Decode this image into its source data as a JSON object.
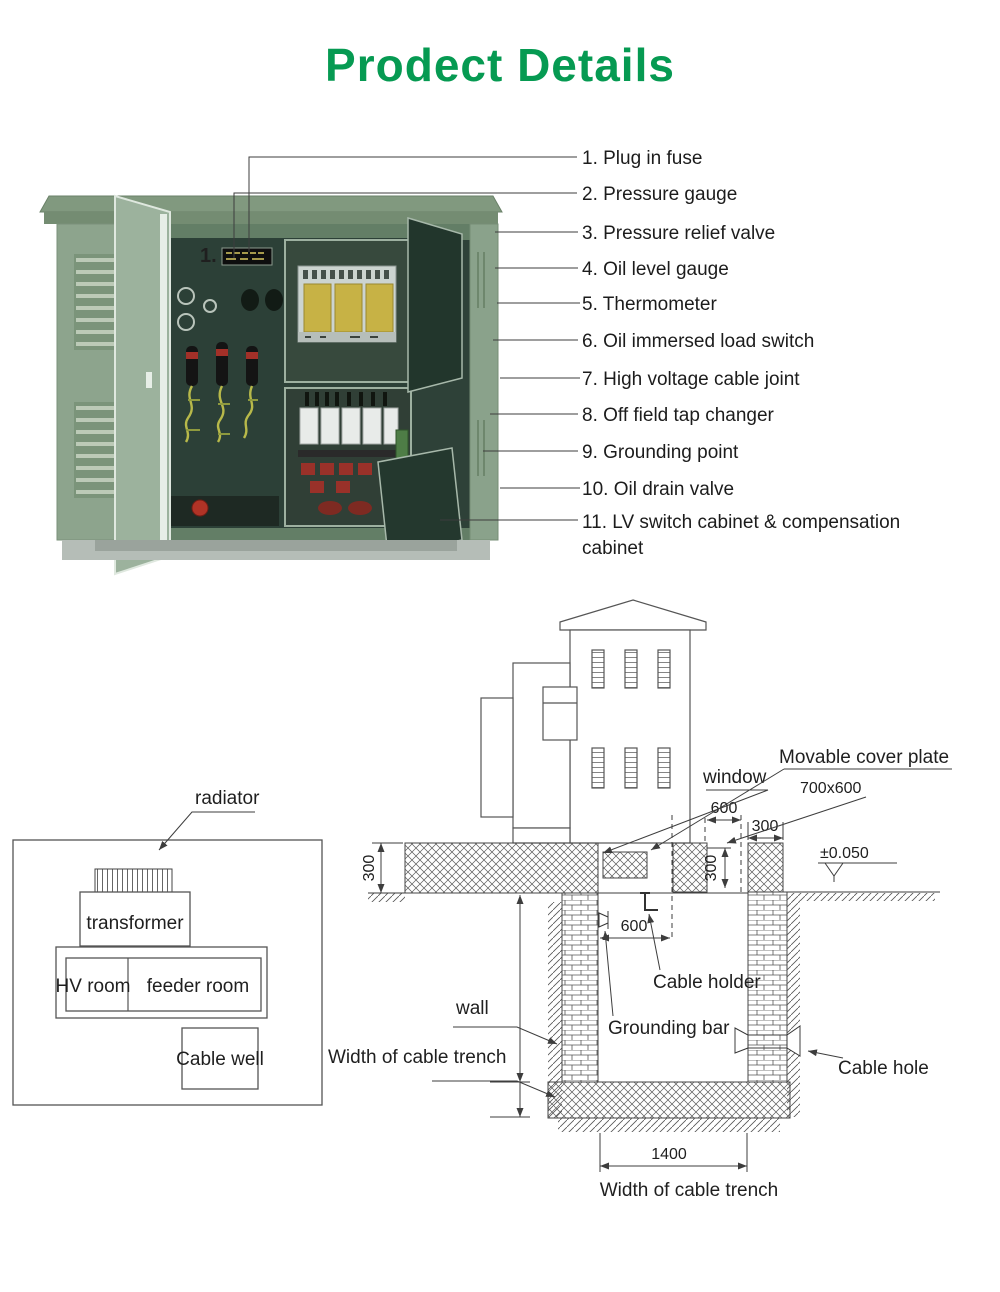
{
  "page": {
    "title": "Prodect Details"
  },
  "colors": {
    "accent_green": "#069a52",
    "cabinet_green": "#8da48d",
    "cabinet_dark_green": "#2c4037",
    "line_color": "#3d3d3d",
    "text_color": "#1c1c1c"
  },
  "callouts": {
    "items": [
      {
        "label": "1. Plug in fuse"
      },
      {
        "label": "2. Pressure gauge"
      },
      {
        "label": "3. Pressure relief valve"
      },
      {
        "label": "4. Oil level gauge"
      },
      {
        "label": "5. Thermometer"
      },
      {
        "label": "6. Oil immersed load switch"
      },
      {
        "label": "7. High voltage cable joint"
      },
      {
        "label": "8. Off field tap changer"
      },
      {
        "label": "9. Grounding point"
      },
      {
        "label": "10. Oil drain valve"
      },
      {
        "label": "11. LV switch cabinet & compensation cabinet"
      }
    ]
  },
  "plan": {
    "radiator": "radiator",
    "transformer": "transformer",
    "hv_room": "HV room",
    "feeder_room": "feeder room",
    "cable_well": "Cable well"
  },
  "section": {
    "window": "window",
    "movable_cover_plate": "Movable cover plate",
    "cover_size": "700x600",
    "dim_600_top": "600",
    "dim_300_left": "300",
    "dim_300_right": "300",
    "dim_300_mid": "300",
    "level_mark": "±0.050",
    "dim_600_inner": "600",
    "cable_holder": "Cable holder",
    "grounding_bar": "Grounding bar",
    "wall": "wall",
    "width_of_cable_trench_left": "Width of cable trench",
    "cable_hole": "Cable hole",
    "dim_1400": "1400",
    "width_of_cable_trench_bottom": "Width of cable trench"
  }
}
